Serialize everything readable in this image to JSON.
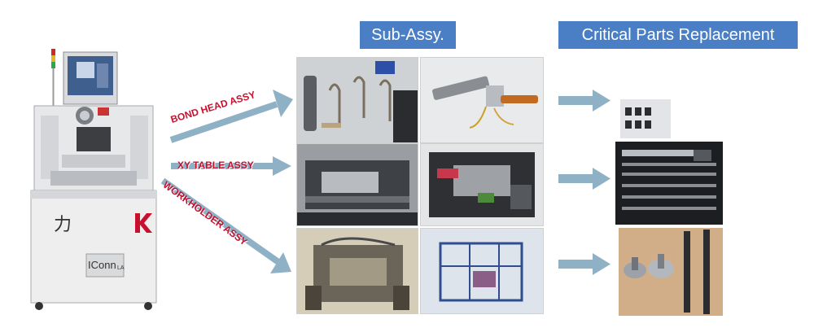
{
  "headers": {
    "sub_assy": "Sub-Assy.",
    "critical_parts": "Critical Parts Replacement"
  },
  "machine": {
    "brand_mark": "力",
    "model_label": "IConn",
    "model_suffix": "LA"
  },
  "assemblies": [
    {
      "label": "BOND HEAD ASSY"
    },
    {
      "label": "XY TABLE ASSY"
    },
    {
      "label": "WORKHOLDER ASSY"
    }
  ],
  "colors": {
    "header_bg": "#4a7fc6",
    "arrow_fill": "#8fb1c6",
    "label_red": "#c8102e"
  }
}
